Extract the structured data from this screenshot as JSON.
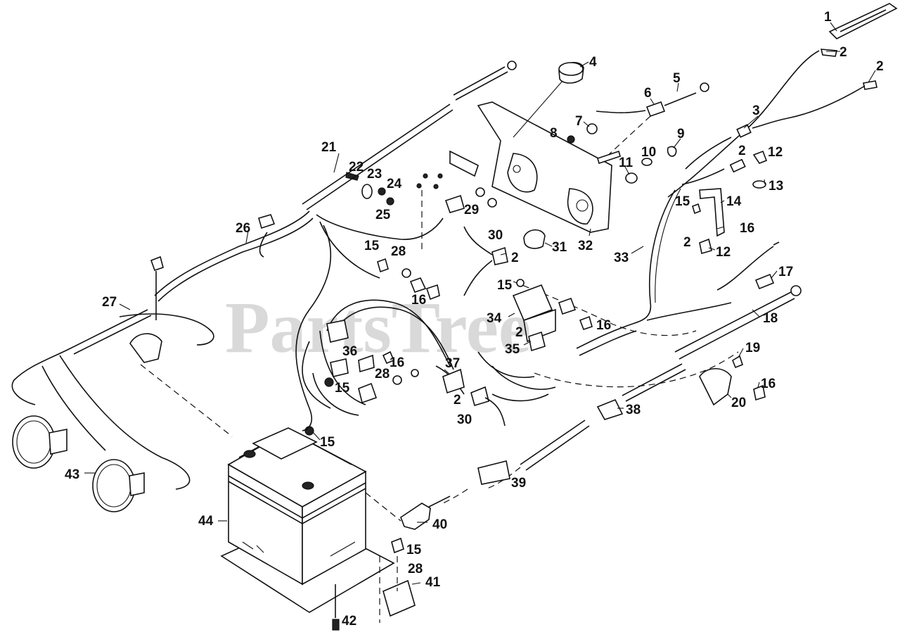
{
  "watermark": "PartsTree",
  "callouts": [
    {
      "id": "c1",
      "text": "1"
    },
    {
      "id": "c2a",
      "text": "2"
    },
    {
      "id": "c2b",
      "text": "2"
    },
    {
      "id": "c3",
      "text": "3"
    },
    {
      "id": "c4",
      "text": "4"
    },
    {
      "id": "c5",
      "text": "5"
    },
    {
      "id": "c6",
      "text": "6"
    },
    {
      "id": "c7",
      "text": "7"
    },
    {
      "id": "c8",
      "text": "8"
    },
    {
      "id": "c9",
      "text": "9"
    },
    {
      "id": "c10",
      "text": "10"
    },
    {
      "id": "c11",
      "text": "11"
    },
    {
      "id": "c2c",
      "text": "2"
    },
    {
      "id": "c12a",
      "text": "12"
    },
    {
      "id": "c13",
      "text": "13"
    },
    {
      "id": "c14",
      "text": "14"
    },
    {
      "id": "c15a",
      "text": "15"
    },
    {
      "id": "c16a",
      "text": "16"
    },
    {
      "id": "c2d",
      "text": "2"
    },
    {
      "id": "c12b",
      "text": "12"
    },
    {
      "id": "c17",
      "text": "17"
    },
    {
      "id": "c18",
      "text": "18"
    },
    {
      "id": "c19",
      "text": "19"
    },
    {
      "id": "c16b",
      "text": "16"
    },
    {
      "id": "c20",
      "text": "20"
    },
    {
      "id": "c21",
      "text": "21"
    },
    {
      "id": "c22",
      "text": "22"
    },
    {
      "id": "c23",
      "text": "23"
    },
    {
      "id": "c24",
      "text": "24"
    },
    {
      "id": "c25",
      "text": "25"
    },
    {
      "id": "c26",
      "text": "26"
    },
    {
      "id": "c27",
      "text": "27"
    },
    {
      "id": "c29",
      "text": "29"
    },
    {
      "id": "c30a",
      "text": "30"
    },
    {
      "id": "c2e",
      "text": "2"
    },
    {
      "id": "c31",
      "text": "31"
    },
    {
      "id": "c32",
      "text": "32"
    },
    {
      "id": "c33",
      "text": "33"
    },
    {
      "id": "c15b",
      "text": "15"
    },
    {
      "id": "c28a",
      "text": "28"
    },
    {
      "id": "c16c",
      "text": "16"
    },
    {
      "id": "c15c",
      "text": "15"
    },
    {
      "id": "c34",
      "text": "34"
    },
    {
      "id": "c16d",
      "text": "16"
    },
    {
      "id": "c2f",
      "text": "2"
    },
    {
      "id": "c35",
      "text": "35"
    },
    {
      "id": "c36",
      "text": "36"
    },
    {
      "id": "c16e",
      "text": "16"
    },
    {
      "id": "c28b",
      "text": "28"
    },
    {
      "id": "c15d",
      "text": "15"
    },
    {
      "id": "c37",
      "text": "37"
    },
    {
      "id": "c2g",
      "text": "2"
    },
    {
      "id": "c30b",
      "text": "30"
    },
    {
      "id": "c38",
      "text": "38"
    },
    {
      "id": "c15e",
      "text": "15"
    },
    {
      "id": "c39",
      "text": "39"
    },
    {
      "id": "c43",
      "text": "43"
    },
    {
      "id": "c44",
      "text": "44"
    },
    {
      "id": "c40",
      "text": "40"
    },
    {
      "id": "c15f",
      "text": "15"
    },
    {
      "id": "c28c",
      "text": "28"
    },
    {
      "id": "c41",
      "text": "41"
    },
    {
      "id": "c42",
      "text": "42"
    }
  ]
}
